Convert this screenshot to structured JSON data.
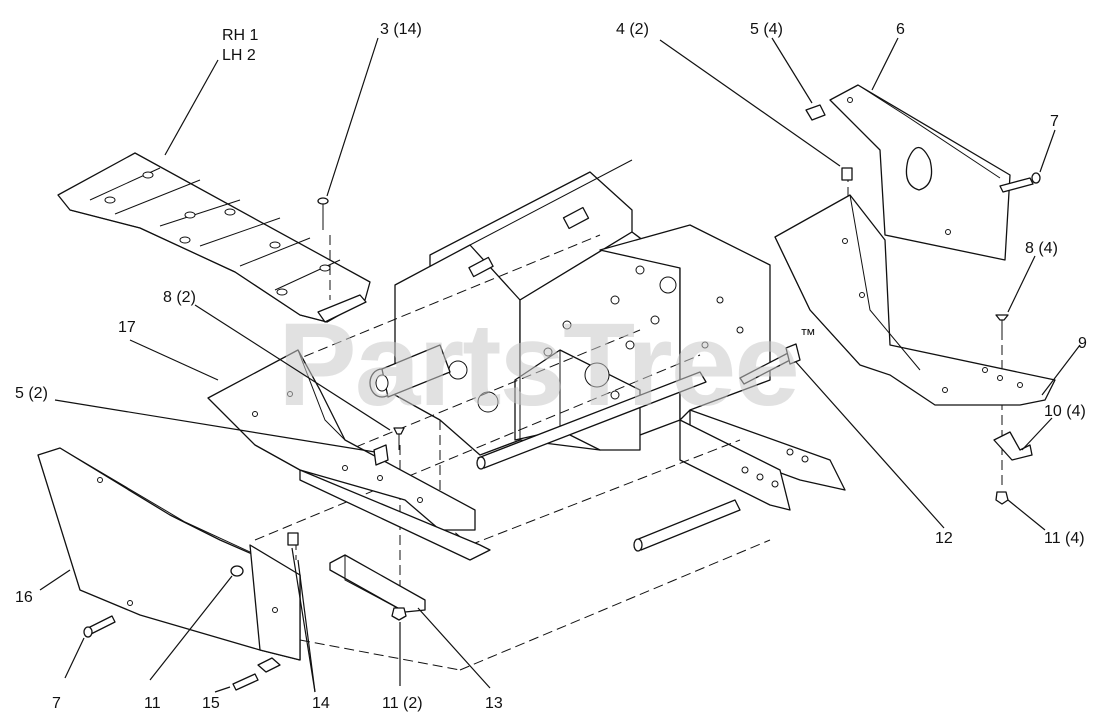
{
  "watermark": {
    "text": "PartsTree",
    "trademark": "™"
  },
  "callouts": {
    "c_rh1": "RH 1",
    "c_lh2": "LH 2",
    "c_3": "3 (14)",
    "c_4": "4 (2)",
    "c_5a": "5 (4)",
    "c_6": "6",
    "c_7a": "7",
    "c_8a": "8 (4)",
    "c_9": "9",
    "c_10": "10 (4)",
    "c_11a": "11 (4)",
    "c_12": "12",
    "c_8b": "8 (2)",
    "c_17": "17",
    "c_5b": "5 (2)",
    "c_16": "16",
    "c_7b": "7",
    "c_11b": "11",
    "c_15": "15",
    "c_14": "14",
    "c_11c": "11 (2)",
    "c_13": "13"
  },
  "colors": {
    "line": "#111111",
    "background": "#ffffff",
    "watermark": "#c8c8c8"
  }
}
